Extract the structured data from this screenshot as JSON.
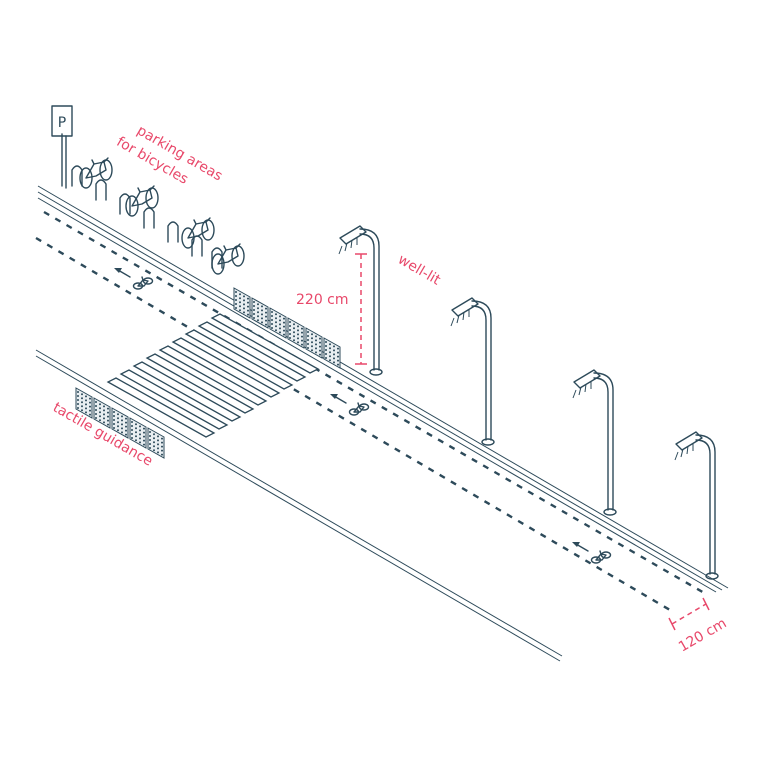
{
  "labels": {
    "parking": [
      "parking areas",
      "for bicycles"
    ],
    "well_lit": "well-lit",
    "height": "220 cm",
    "tactile": "tactile guidance",
    "width": "120 cm",
    "parking_sign": "P"
  },
  "colors": {
    "ink": "#2d4a5a",
    "annotation": "#e8486a",
    "background": "#ffffff"
  },
  "icons": {
    "lane_marking": "bicycle-icon",
    "direction": "arrow-left-icon",
    "lighting": "street-lamp-icon",
    "parking": "bicycle-rack-icon",
    "tactile_paving": "tactile-tile-icon"
  }
}
